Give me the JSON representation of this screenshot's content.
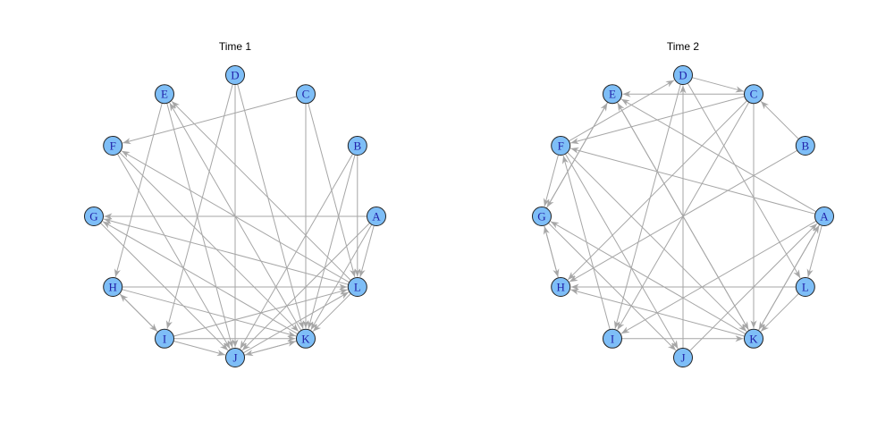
{
  "style": {
    "node_fill": "#7EBEF7",
    "node_stroke": "#222222",
    "label_color": "#2222AA",
    "edge_color": "#A6A6A6"
  },
  "panels": [
    {
      "title": "Time 1",
      "nodes": [
        "A",
        "B",
        "C",
        "D",
        "E",
        "F",
        "G",
        "H",
        "I",
        "J",
        "K",
        "L"
      ],
      "edges": [
        [
          "C",
          "F"
        ],
        [
          "A",
          "G"
        ],
        [
          "D",
          "I"
        ],
        [
          "D",
          "J"
        ],
        [
          "D",
          "K"
        ],
        [
          "C",
          "K"
        ],
        [
          "C",
          "L"
        ],
        [
          "B",
          "L"
        ],
        [
          "B",
          "K"
        ],
        [
          "B",
          "J"
        ],
        [
          "A",
          "L"
        ],
        [
          "A",
          "K"
        ],
        [
          "A",
          "J"
        ],
        [
          "E",
          "H"
        ],
        [
          "L",
          "E"
        ],
        [
          "L",
          "F"
        ],
        [
          "L",
          "G"
        ],
        [
          "K",
          "G"
        ],
        [
          "K",
          "E"
        ],
        [
          "F",
          "J"
        ],
        [
          "E",
          "J"
        ],
        [
          "G",
          "J"
        ],
        [
          "H",
          "K"
        ],
        [
          "H",
          "L"
        ],
        [
          "I",
          "H"
        ],
        [
          "H",
          "I"
        ],
        [
          "I",
          "J"
        ],
        [
          "I",
          "K"
        ],
        [
          "J",
          "K"
        ],
        [
          "K",
          "J"
        ],
        [
          "L",
          "K"
        ],
        [
          "J",
          "L"
        ],
        [
          "I",
          "L"
        ],
        [
          "F",
          "K"
        ]
      ]
    },
    {
      "title": "Time 2",
      "nodes": [
        "A",
        "B",
        "C",
        "D",
        "E",
        "F",
        "G",
        "H",
        "I",
        "J",
        "K",
        "L"
      ],
      "edges": [
        [
          "F",
          "D"
        ],
        [
          "D",
          "C"
        ],
        [
          "C",
          "E"
        ],
        [
          "C",
          "F"
        ],
        [
          "A",
          "E"
        ],
        [
          "A",
          "F"
        ],
        [
          "B",
          "C"
        ],
        [
          "D",
          "L"
        ],
        [
          "D",
          "I"
        ],
        [
          "J",
          "D"
        ],
        [
          "C",
          "H"
        ],
        [
          "C",
          "I"
        ],
        [
          "B",
          "H"
        ],
        [
          "C",
          "K"
        ],
        [
          "A",
          "L"
        ],
        [
          "A",
          "I"
        ],
        [
          "A",
          "K"
        ],
        [
          "K",
          "A"
        ],
        [
          "L",
          "K"
        ],
        [
          "L",
          "H"
        ],
        [
          "E",
          "K"
        ],
        [
          "K",
          "E"
        ],
        [
          "E",
          "G"
        ],
        [
          "F",
          "G"
        ],
        [
          "G",
          "E"
        ],
        [
          "G",
          "H"
        ],
        [
          "H",
          "G"
        ],
        [
          "F",
          "J"
        ],
        [
          "F",
          "K"
        ],
        [
          "G",
          "J"
        ],
        [
          "K",
          "G"
        ],
        [
          "K",
          "H"
        ],
        [
          "I",
          "F"
        ],
        [
          "I",
          "K"
        ],
        [
          "J",
          "A"
        ]
      ]
    }
  ]
}
